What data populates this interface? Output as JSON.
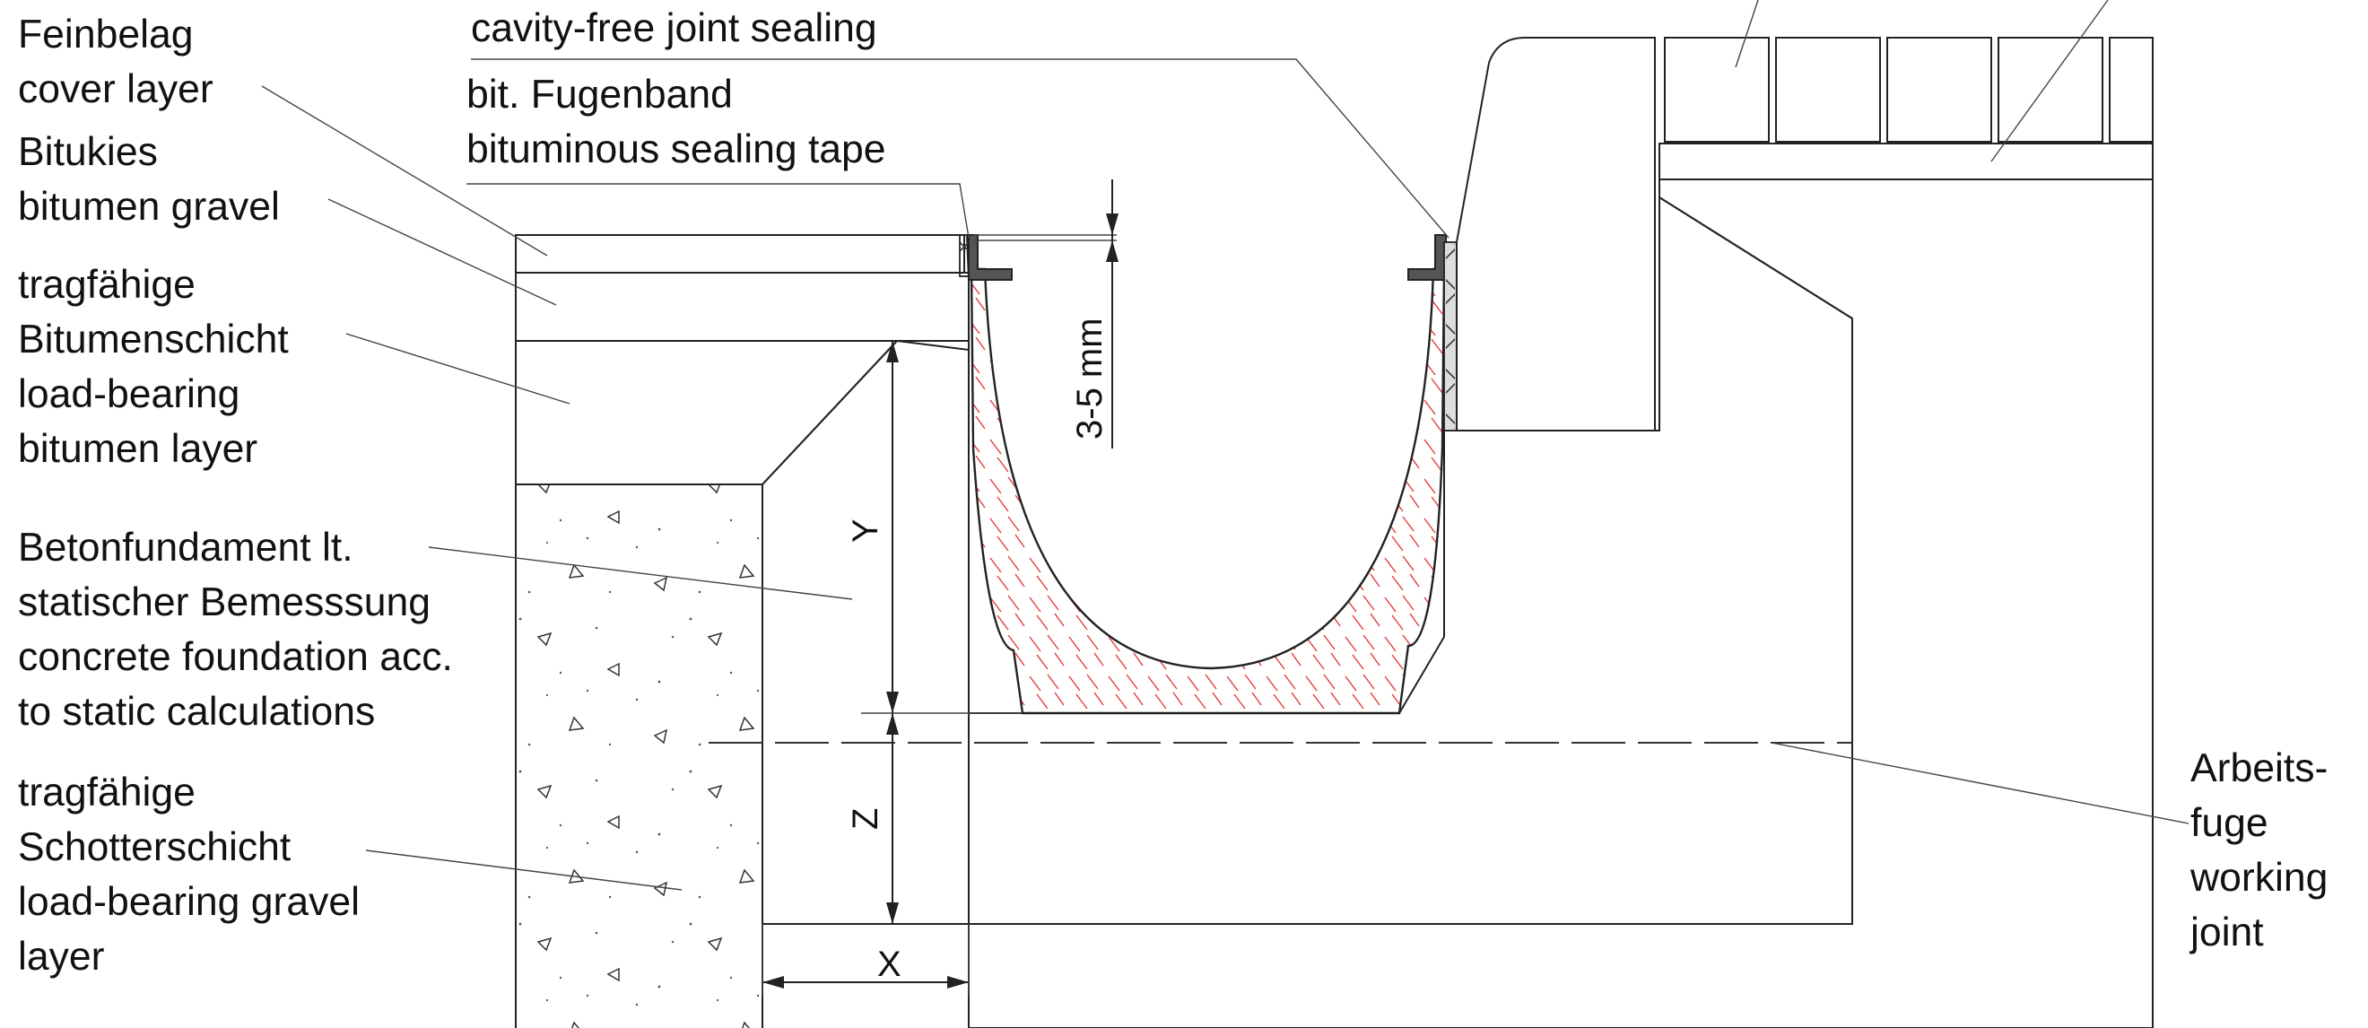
{
  "labels": {
    "feinbelag": [
      "Feinbelag",
      "cover layer"
    ],
    "bitukies": [
      "Bitukies",
      "bitumen gravel"
    ],
    "bitumenschicht": [
      "tragfähige",
      "Bitumenschicht",
      "load-bearing",
      "bitumen layer"
    ],
    "betonfundament": [
      "Betonfundament lt.",
      "statischer Bemesssung",
      "concrete foundation acc.",
      "to static calculations"
    ],
    "schotterschicht": [
      "tragfähige",
      "Schotterschicht",
      "load-bearing gravel",
      "layer"
    ],
    "joint_sealing": "cavity-free joint sealing",
    "fugenband": [
      "bit. Fugenband",
      "bituminous sealing tape"
    ],
    "arbeitsfuge": [
      "Arbeits-",
      "fuge",
      "working",
      "joint"
    ]
  },
  "dimensions": {
    "gap": "3-5 mm",
    "y": "Y",
    "z": "Z",
    "x": "X"
  },
  "colors": {
    "line": "#222222",
    "cover_layer": "#b4b4b4",
    "channel_hatch": "#e53935"
  }
}
